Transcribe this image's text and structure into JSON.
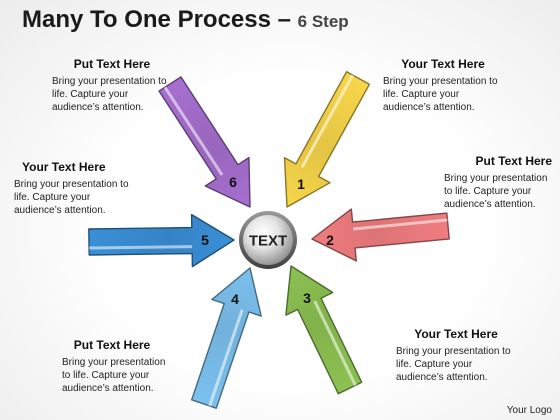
{
  "title": {
    "main": "Many To One Process – ",
    "step": "6 Step"
  },
  "boxes": [
    {
      "heading": "Put Text Here",
      "body": "Bring your presentation to life. Capture your audience’s attention."
    },
    {
      "heading": "Your Text Here",
      "body": "Bring your presentation to life. Capture your audience’s attention."
    },
    {
      "heading": "Your Text Here",
      "body": "Bring your presentation to life. Capture your audience’s attention."
    },
    {
      "heading": "Put Text Here",
      "body": "Bring your presentation to life. Capture your audience’s attention."
    },
    {
      "heading": "Put Text Here",
      "body": "Bring your presentation to life. Capture your audience’s attention."
    },
    {
      "heading": "Your Text Here",
      "body": "Bring your presentation to life. Capture your audience’s attention."
    }
  ],
  "center": {
    "label": "TEXT"
  },
  "arrows": [
    {
      "number": "1",
      "color": "#f7d64a"
    },
    {
      "number": "2",
      "color": "#f07d80"
    },
    {
      "number": "3",
      "color": "#8cc152"
    },
    {
      "number": "4",
      "color": "#7cc0ee"
    },
    {
      "number": "5",
      "color": "#3a8fd6"
    },
    {
      "number": "6",
      "color": "#a66fcf"
    }
  ],
  "footer": {
    "logo": "Your Logo"
  }
}
